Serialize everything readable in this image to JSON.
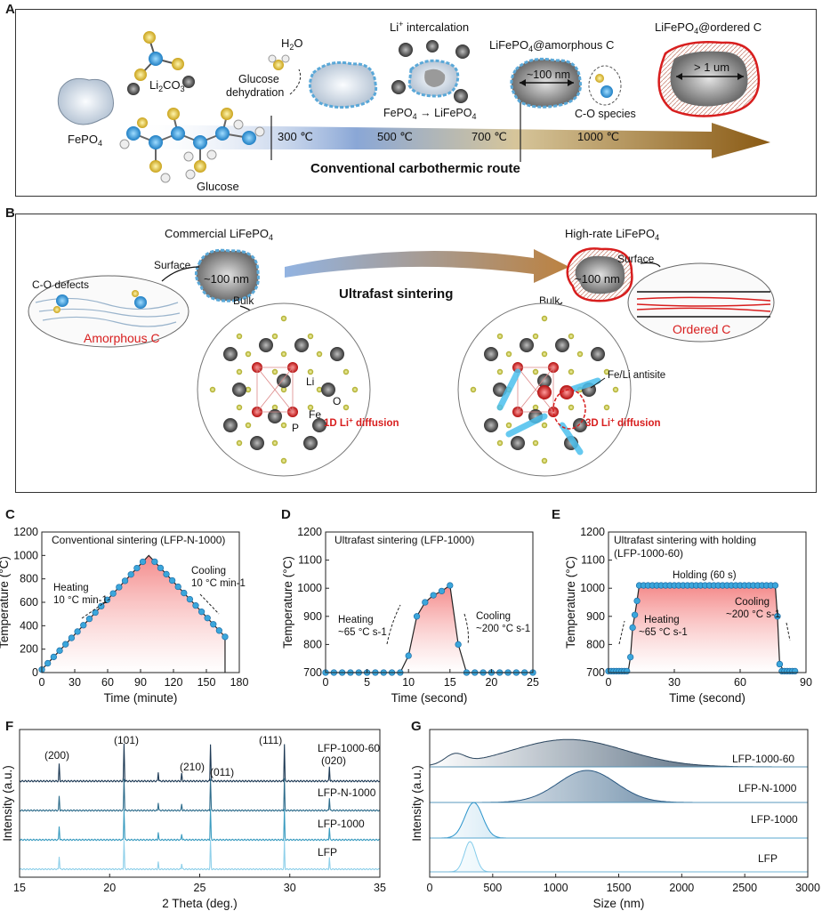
{
  "panels": {
    "A": {
      "letter": "A",
      "fepo4": "FePO4",
      "li2co3": "Li2CO3",
      "glucose": "Glucose",
      "h2o": "H2O",
      "glucose_dehydration_1": "Glucose",
      "glucose_dehydration_2": "dehydration",
      "li_intercalation": "Li+ intercalation",
      "fepo4_to_lifepo4": "FePO4 → LiFePO4",
      "amorphous_title": "LiFePO4@amorphous C",
      "ordered_title": "LiFePO4@ordered C",
      "size_100nm": "~100 nm",
      "size_1um": "> 1 um",
      "co_species": "C-O species",
      "temps": [
        "300 ℃",
        "500 ℃",
        "700 ℃",
        "1000 ℃"
      ],
      "route_label": "Conventional carbothermic route"
    },
    "B": {
      "letter": "B",
      "commercial": "Commercial LiFePO4",
      "highrate": "High-rate LiFePO4",
      "ultrafast": "Ultrafast sintering",
      "surface": "Surface",
      "bulk": "Bulk",
      "size_100nm": "~100 nm",
      "co_defects": "C-O defects",
      "amorphous_c": "Amorphous C",
      "ordered_c": "Ordered C",
      "li": "Li",
      "o": "O",
      "fe": "Fe",
      "p": "P",
      "diff_1d": "1D Li+ diffusion",
      "diff_3d": "3D Li+ diffusion",
      "antisite": "Fe/Li antisite"
    },
    "F": {
      "letter": "F",
      "peaks": [
        "(200)",
        "(101)",
        "(210)",
        "(011)",
        "(111)",
        "(020)"
      ]
    },
    "G": {
      "letter": "G"
    }
  },
  "colors": {
    "marker_blue": "#3ba6db",
    "pink_fill": "#f48a8a",
    "dark_navy": "#1e3a55",
    "teal": "#3b8fb0",
    "light_blue": "#8fd0ea",
    "red": "#d81e1e"
  },
  "chart_data": [
    {
      "panel": "C",
      "type": "line",
      "title": "Conventional sintering (LFP-N-1000)",
      "xlabel": "Time (minute)",
      "ylabel": "Temperature (°C)",
      "xlim": [
        0,
        180
      ],
      "ylim": [
        0,
        1200
      ],
      "xticks": [
        0,
        30,
        60,
        90,
        120,
        150,
        180
      ],
      "yticks": [
        0,
        200,
        400,
        600,
        800,
        1000,
        1200
      ],
      "x": [
        0,
        97.5,
        167,
        167
      ],
      "y": [
        25,
        1000,
        305,
        0
      ],
      "annotations": [
        "Heating",
        "10 °C min-1",
        "Cooling",
        "10 °C min-1"
      ]
    },
    {
      "panel": "D",
      "type": "line",
      "title": "Ultrafast sintering (LFP-1000)",
      "xlabel": "Time (second)",
      "ylabel": "Temperature (°C)",
      "xlim": [
        0,
        25
      ],
      "ylim": [
        700,
        1200
      ],
      "xticks": [
        0,
        5,
        10,
        15,
        20,
        25
      ],
      "yticks": [
        700,
        800,
        900,
        1000,
        1100,
        1200
      ],
      "x": [
        0,
        1,
        2,
        3,
        4,
        5,
        6,
        7,
        8,
        9,
        10,
        11,
        12,
        13,
        14,
        15,
        16,
        17,
        18,
        19,
        20,
        21,
        22,
        23,
        24,
        25
      ],
      "y": [
        700,
        700,
        700,
        700,
        700,
        700,
        700,
        700,
        700,
        700,
        760,
        900,
        950,
        975,
        990,
        1010,
        800,
        700,
        700,
        700,
        700,
        700,
        700,
        700,
        700,
        700
      ],
      "annotations": [
        "Heating",
        "~65 °C s-1",
        "Cooling",
        "~200 °C s-1"
      ]
    },
    {
      "panel": "E",
      "type": "line",
      "title": "Ultrafast sintering with holding",
      "subtitle": "(LFP-1000-60)",
      "xlabel": "Time (second)",
      "ylabel": "Temperature (°C)",
      "xlim": [
        0,
        90
      ],
      "ylim": [
        700,
        1200
      ],
      "xticks": [
        0,
        30,
        60,
        90
      ],
      "yticks": [
        700,
        800,
        900,
        1000,
        1100,
        1200
      ],
      "x": [
        0,
        3,
        6,
        9,
        10,
        11,
        12,
        13,
        14,
        16,
        18,
        20,
        22,
        24,
        26,
        28,
        30,
        32,
        34,
        36,
        38,
        40,
        42,
        44,
        46,
        48,
        50,
        52,
        54,
        56,
        58,
        60,
        62,
        64,
        66,
        68,
        70,
        72,
        74,
        76,
        77,
        78,
        80,
        82,
        84,
        86
      ],
      "y": [
        705,
        705,
        705,
        705,
        755,
        860,
        905,
        955,
        1010,
        1010,
        1010,
        1010,
        1010,
        1010,
        1010,
        1010,
        1010,
        1010,
        1010,
        1010,
        1010,
        1010,
        1010,
        1010,
        1010,
        1010,
        1010,
        1010,
        1010,
        1010,
        1010,
        1010,
        1010,
        1010,
        1010,
        1010,
        1010,
        1010,
        1010,
        1010,
        900,
        730,
        705,
        705,
        705,
        705
      ],
      "annotations": [
        "Holding (60 s)",
        "Heating",
        "~65 °C s-1",
        "Cooling",
        "~200 °C s-1"
      ]
    },
    {
      "panel": "F",
      "type": "line",
      "xlabel": "2 Theta (deg.)",
      "ylabel": "Intensity (a.u.)",
      "xlim": [
        15,
        35
      ],
      "xticks": [
        15,
        20,
        25,
        30,
        35
      ],
      "series": [
        {
          "name": "LFP-1000-60",
          "color": "#1e3a55"
        },
        {
          "name": "LFP-N-1000",
          "color": "#2f6d8c"
        },
        {
          "name": "LFP-1000",
          "color": "#3b9cc0"
        },
        {
          "name": "LFP",
          "color": "#8fd0ea"
        }
      ],
      "peaks_2theta": [
        17.2,
        20.8,
        22.7,
        24.0,
        25.6,
        29.7,
        32.2
      ],
      "peak_heights": [
        0.45,
        1.0,
        0.25,
        0.2,
        1.0,
        1.0,
        0.4
      ]
    },
    {
      "panel": "G",
      "type": "area",
      "xlabel": "Size (nm)",
      "ylabel": "Intensity (a.u.)",
      "xlim": [
        0,
        3000
      ],
      "xticks": [
        0,
        500,
        1000,
        1500,
        2000,
        2500,
        3000
      ],
      "series": [
        {
          "name": "LFP-1000-60",
          "peaks": [
            [
              200,
              0.25
            ],
            [
              1100,
              0.7
            ]
          ]
        },
        {
          "name": "LFP-N-1000",
          "peaks": [
            [
              1250,
              1.0
            ]
          ]
        },
        {
          "name": "LFP-1000",
          "peaks": [
            [
              350,
              1.0
            ]
          ]
        },
        {
          "name": "LFP",
          "peaks": [
            [
              320,
              1.0
            ]
          ]
        }
      ]
    }
  ]
}
